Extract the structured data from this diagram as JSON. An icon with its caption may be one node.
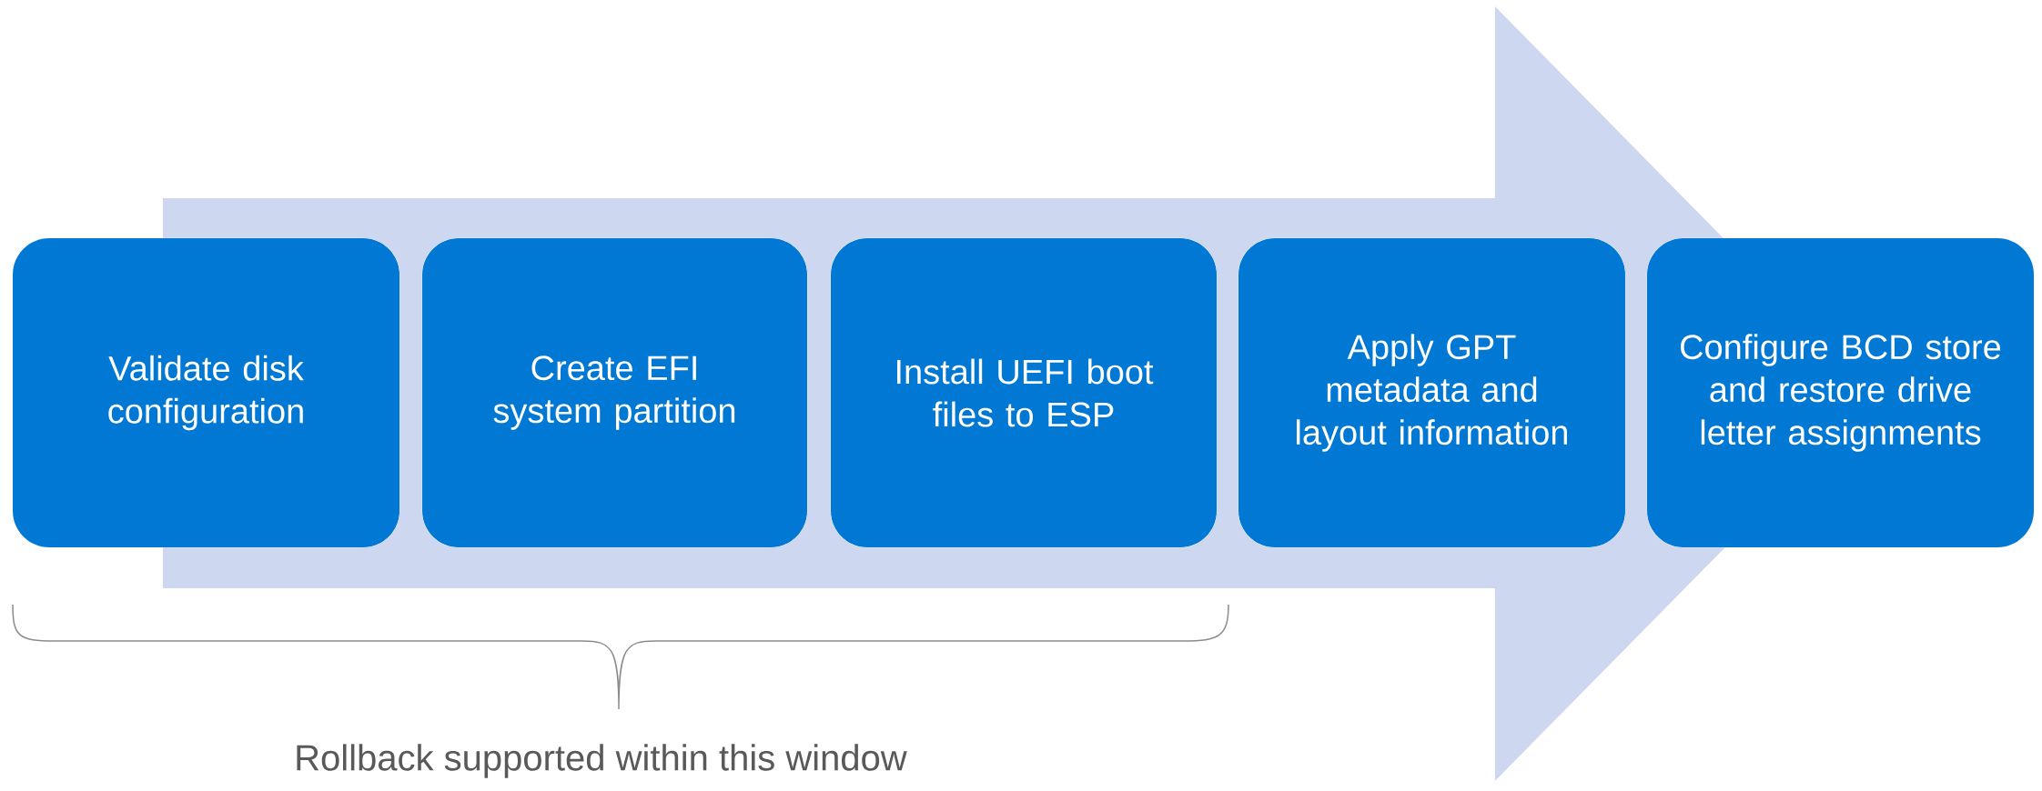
{
  "diagram": {
    "nodes": [
      {
        "text": [
          "Validate disk configuration"
        ]
      },
      {
        "text": [
          "Create EFI system partition"
        ]
      },
      {
        "text": [
          "Install UEFI boot files to ESP"
        ]
      },
      {
        "text": [
          "Apply GPT metadata and layout information"
        ]
      },
      {
        "text": [
          "Configure BCD store and restore drive letter assignments"
        ]
      }
    ],
    "edges": [
      {
        "from": 0,
        "to": 4,
        "arrow": "to"
      }
    ],
    "labels": [
      "Rollback supported within this window"
    ]
  }
}
